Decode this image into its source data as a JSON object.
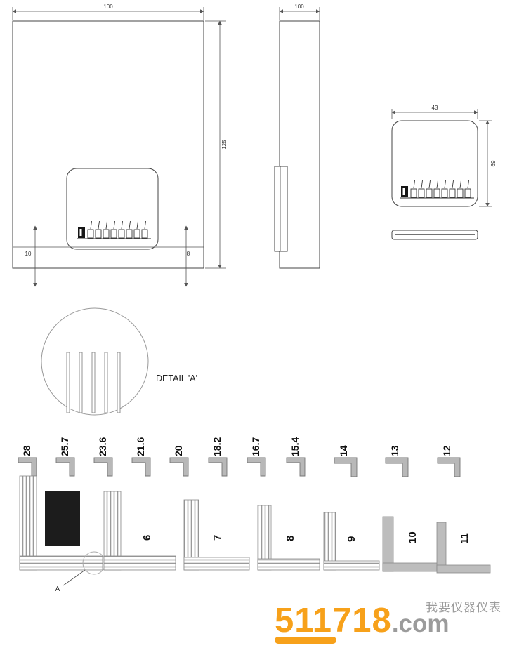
{
  "front_view": {
    "width_dim": "100",
    "height_dim": "125",
    "left_offset_dim": "10",
    "right_offset_dim": "8"
  },
  "side_view": {
    "width_dim": "100"
  },
  "connector_view": {
    "width_dim": "43",
    "height_dim": "69"
  },
  "detail": {
    "callout_label": "DETAIL 'A'",
    "marker_label": "A"
  },
  "pin_length_labels": [
    "28",
    "25.7",
    "23.6",
    "21.6",
    "20",
    "18.2",
    "16.7",
    "15.4",
    "14",
    "13",
    "12"
  ],
  "profile_numbers": [
    "6",
    "7",
    "8",
    "9",
    "10",
    "11"
  ],
  "watermark": {
    "slogan_cn": "我要仪器仪表",
    "site_number": "511718",
    "site_suffix": ".com"
  },
  "colors": {
    "accent_orange": "#F7A11A",
    "watermark_gray": "#9B9B9B",
    "line_dark": "#444444",
    "profile_gray": "#BDBDBD"
  }
}
